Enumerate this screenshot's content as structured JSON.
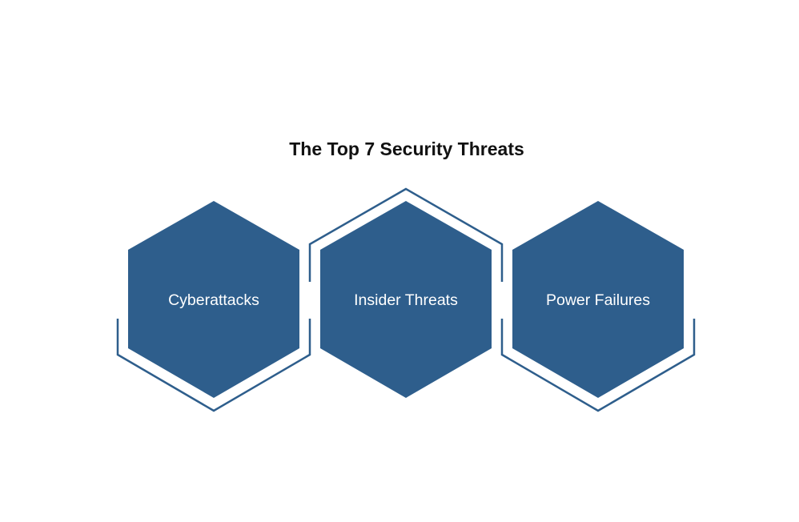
{
  "title": "The Top 7 Security Threats",
  "colors": {
    "hex_fill": "#2e5e8c",
    "outline": "#2e5e8c",
    "title_text": "#111111",
    "label_text": "#ffffff",
    "background": "#ffffff"
  },
  "items": [
    {
      "label": "Cyberattacks"
    },
    {
      "label": "Insider Threats"
    },
    {
      "label": "Power Failures"
    }
  ]
}
